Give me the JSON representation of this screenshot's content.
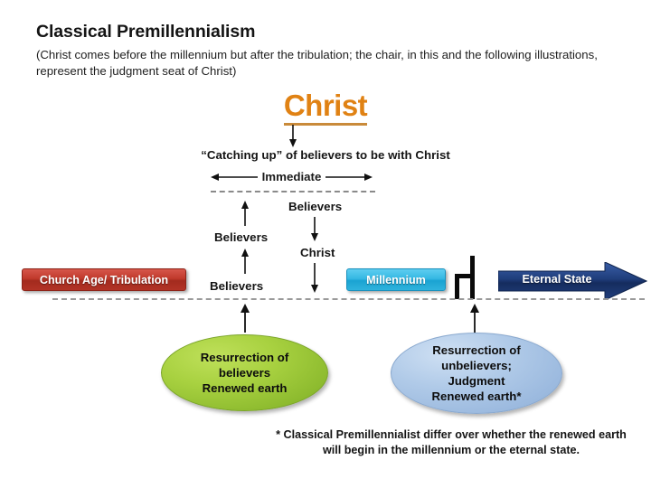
{
  "header": {
    "title": "Classical Premillennialism",
    "subtitle": "(Christ comes before the millennium but after the tribulation; the chair, in this and the following illustrations, represent the judgment seat of Christ)"
  },
  "diagram": {
    "christ_heading": "Christ",
    "catching_up_label": "“Catching up” of believers to be with Christ",
    "immediate_label": "Immediate",
    "believers_upper_right": "Believers",
    "christ_mid": "Christ",
    "believers_left_mid": "Believers",
    "believers_left_lower": "Believers",
    "church_age_box": "Church Age/ Tribulation",
    "millennium_box": "Millennium",
    "eternal_state_banner": "Eternal State",
    "green_ellipse": {
      "line1": "Resurrection of",
      "line2": "believers",
      "line3": "Renewed earth"
    },
    "blue_ellipse": {
      "line1": "Resurrection of",
      "line2": "unbelievers;",
      "line3": "Judgment",
      "line4": "Renewed earth*"
    },
    "footnote": "* Classical Premillennialist differ over whether the renewed earth will begin in the millennium or the eternal state."
  },
  "colors": {
    "christ_orange": "#E08214",
    "church_age_red": "#C0392B",
    "millennium_blue": "#35B8E3",
    "eternal_state_navy": "#1F3D7A",
    "green_ellipse": "#9ACD32",
    "blue_ellipse": "#A3C0E0",
    "timeline_dash": "#9A9A9A"
  },
  "icons": {
    "down_arrow": "down-arrow-icon",
    "up_arrow": "up-arrow-icon",
    "left_arrow": "left-arrow-icon",
    "right_arrow": "right-arrow-icon",
    "chair": "chair-icon"
  }
}
